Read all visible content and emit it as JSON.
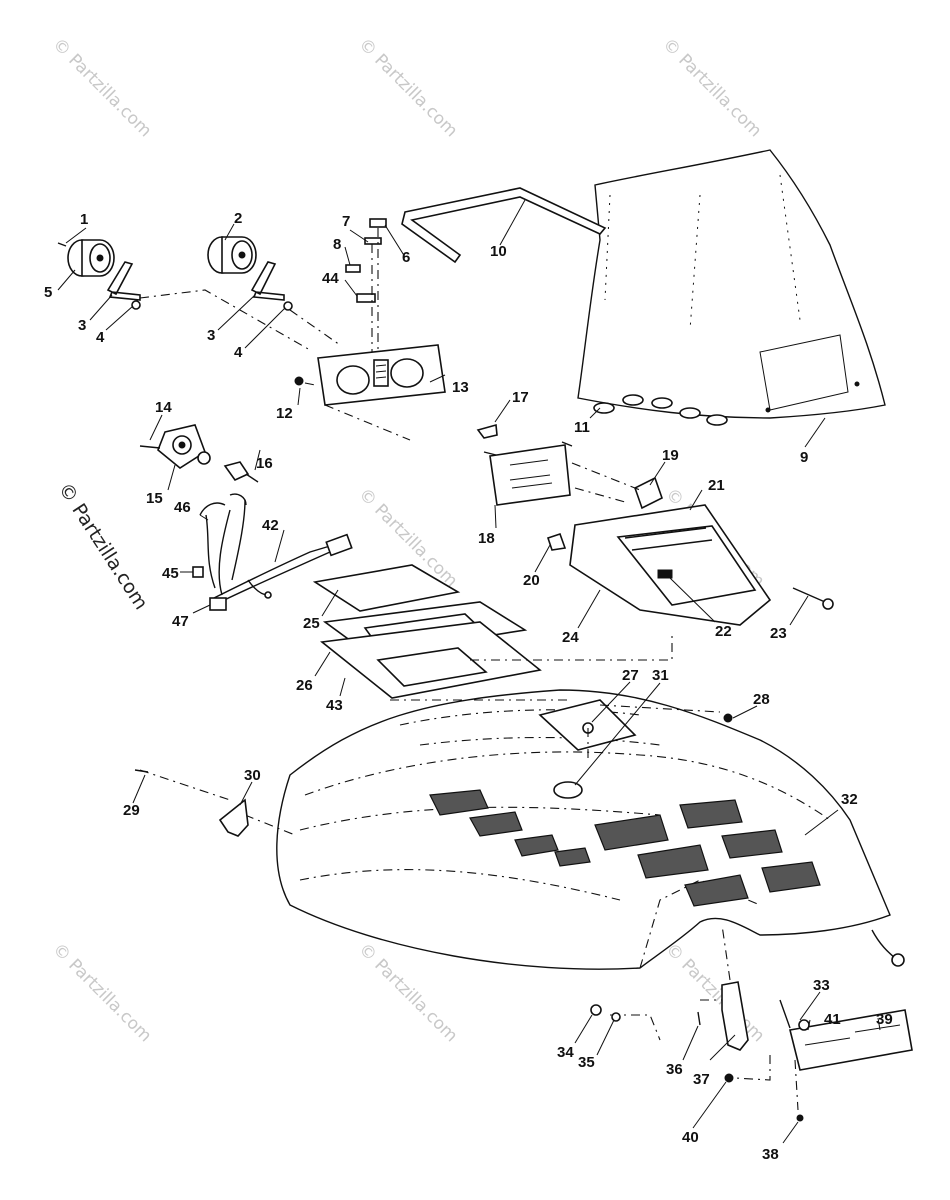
{
  "watermarks": {
    "small": "© Partzilla.com",
    "large": "© Partzilla.com"
  },
  "callouts": {
    "c1": "1",
    "c2": "2",
    "c3a": "3",
    "c3b": "3",
    "c4a": "4",
    "c4b": "4",
    "c5": "5",
    "c6": "6",
    "c7": "7",
    "c8": "8",
    "c9": "9",
    "c10": "10",
    "c11": "11",
    "c12": "12",
    "c13": "13",
    "c14": "14",
    "c15": "15",
    "c16": "16",
    "c17": "17",
    "c18": "18",
    "c19": "19",
    "c20": "20",
    "c21": "21",
    "c22": "22",
    "c23": "23",
    "c24": "24",
    "c25": "25",
    "c26": "26",
    "c27": "27",
    "c28": "28",
    "c29": "29",
    "c30": "30",
    "c31": "31",
    "c32": "32",
    "c33": "33",
    "c34": "34",
    "c35": "35",
    "c36": "36",
    "c37": "37",
    "c38": "38",
    "c39": "39",
    "c40": "40",
    "c41": "41",
    "c42": "42",
    "c43": "43",
    "c44": "44",
    "c45": "45",
    "c46": "46",
    "c47": "47"
  },
  "colors": {
    "line": "#111111",
    "watermark": "#c8c8c8",
    "background": "#ffffff"
  }
}
